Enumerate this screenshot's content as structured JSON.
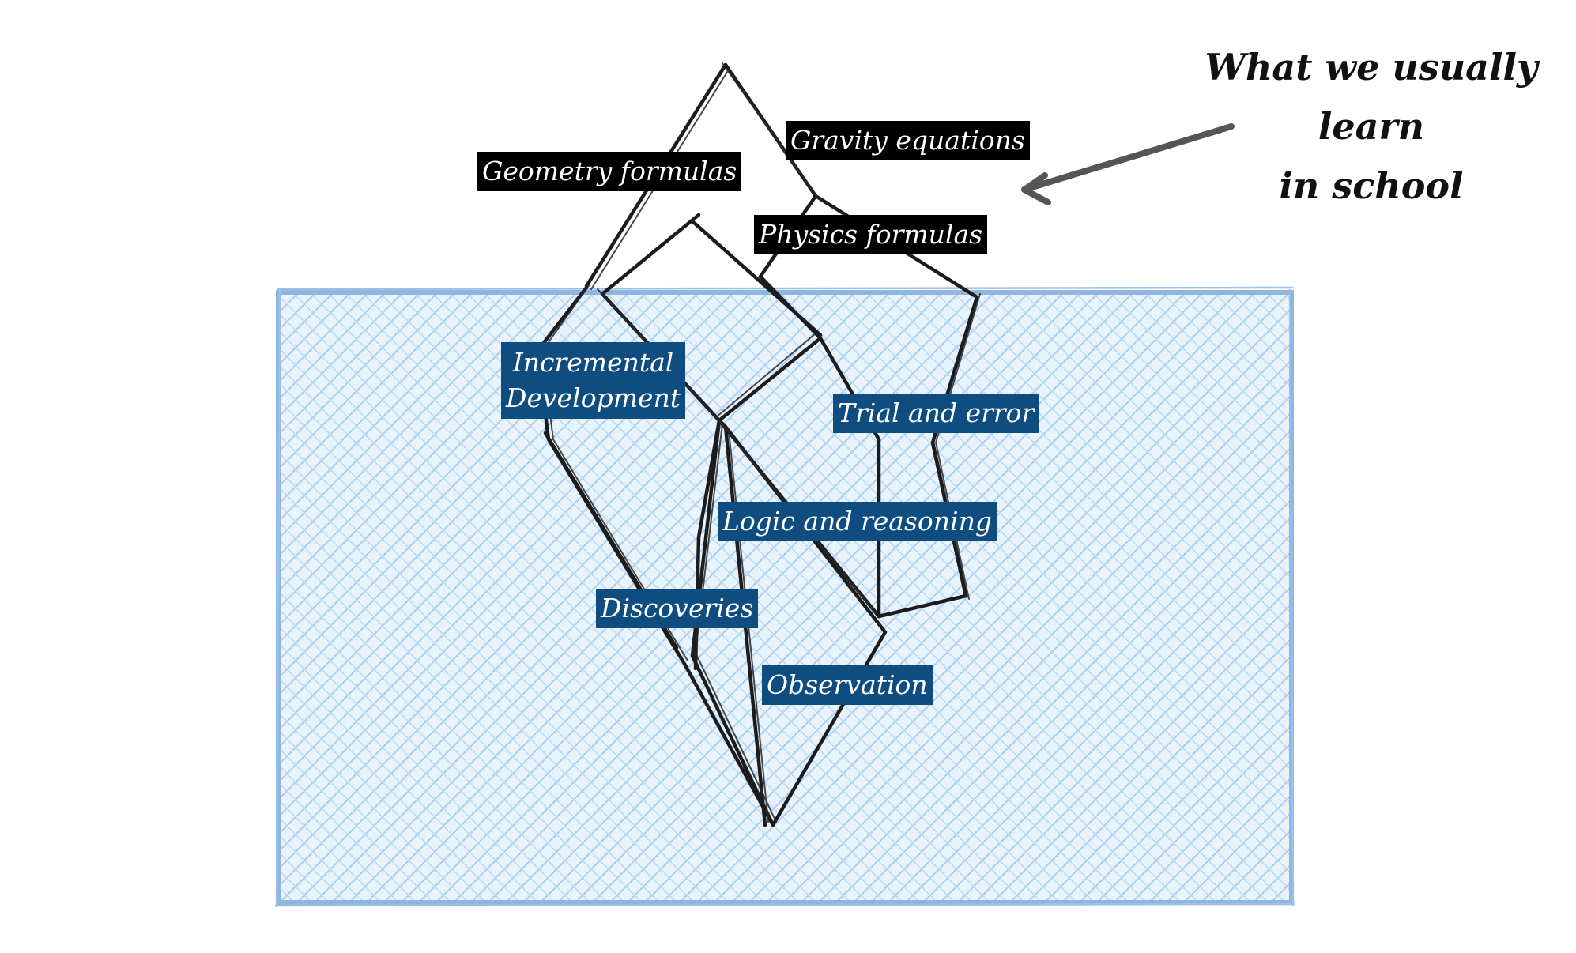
{
  "labels": {
    "gravity_equations": "Gravity equations",
    "geometry_formulas": "Geometry formulas",
    "physics_formulas": "Physics formulas",
    "incremental_development_line1": "Incremental",
    "incremental_development_line2": "Development",
    "trial_and_error": "Trial and error",
    "logic_and_reasoning": "Logic and reasoning",
    "discoveries": "Discoveries",
    "observation": "Observation"
  },
  "annotation": {
    "line1": "What we usually learn",
    "line2": "in school"
  },
  "colors": {
    "water_fill": "#cfe4f7",
    "water_border": "#8fb6e0",
    "iceberg_stroke": "#1c1c1c",
    "label_above_bg": "#000000",
    "label_below_bg": "#0f4c7f",
    "arrow": "#555555"
  }
}
